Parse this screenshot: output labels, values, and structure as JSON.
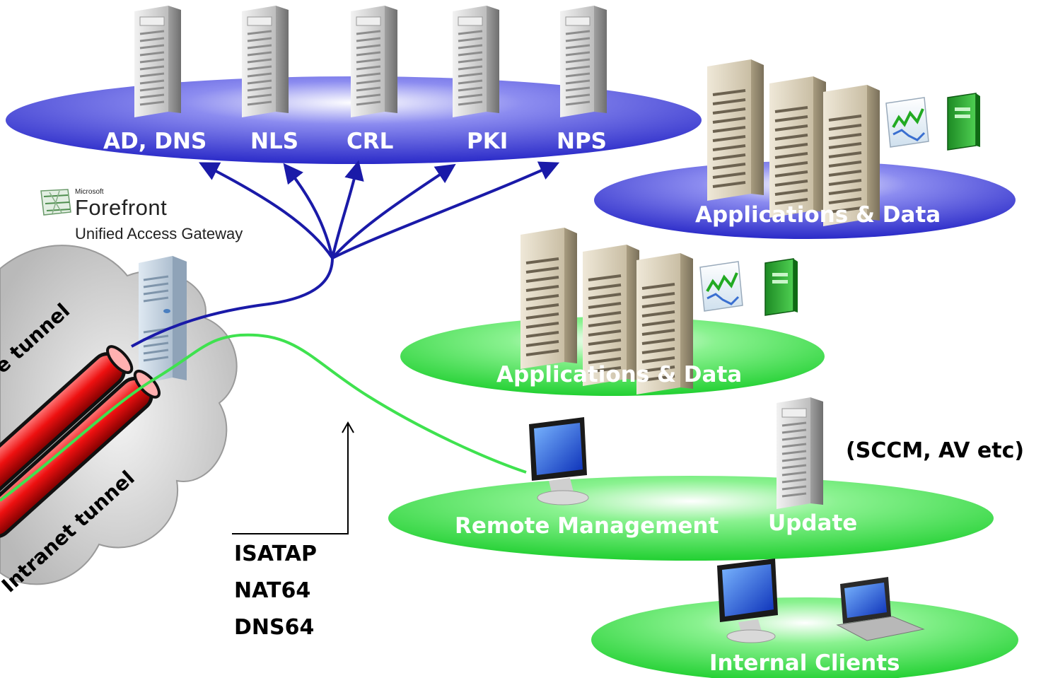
{
  "top_services": [
    "AD, DNS",
    "NLS",
    "CRL",
    "PKI",
    "NPS"
  ],
  "apps_blue_label": "Applications & Data",
  "apps_green_label": "Applications & Data",
  "remote_management_label": "Remote Management",
  "update_label": "Update",
  "update_note": "(SCCM, AV etc)",
  "internal_clients_label": "Internal Clients",
  "gateway": {
    "vendor": "Microsoft",
    "product": "Forefront",
    "subtitle": "Unified Access Gateway"
  },
  "tunnels": {
    "infrastructure": "e tunnel",
    "intranet": "Intranet tunnel"
  },
  "transition_technologies": [
    "ISATAP",
    "NAT64",
    "DNS64"
  ],
  "colors": {
    "blue_platform": "#3a3ad6",
    "green_platform": "#3ee04a",
    "blue_line": "#1a1aa8",
    "green_line": "#3fe24f",
    "tunnel_red": "#e01010"
  }
}
